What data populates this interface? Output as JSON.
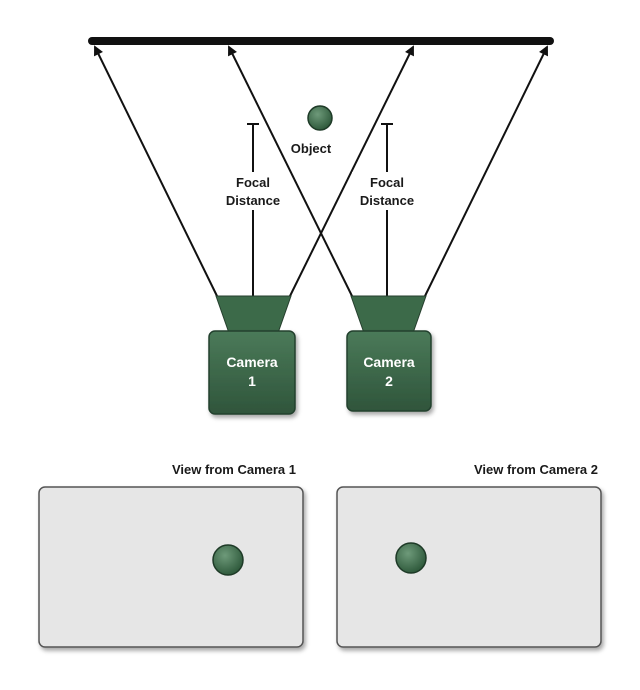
{
  "diagram": {
    "object_label": "Object",
    "focal_label_line1": "Focal",
    "focal_label_line2": "Distance",
    "cameras": [
      {
        "line1": "Camera",
        "line2": "1"
      },
      {
        "line1": "Camera",
        "line2": "2"
      }
    ],
    "views": [
      {
        "title": "View from Camera 1"
      },
      {
        "title": "View from Camera 2"
      }
    ]
  },
  "colors": {
    "camera_fill": "#3f6a4d",
    "camera_dark": "#2c4d37",
    "object_fill": "#3d6a4a",
    "view_fill": "#e6e6e6",
    "view_border": "#555555",
    "line": "#111111"
  }
}
